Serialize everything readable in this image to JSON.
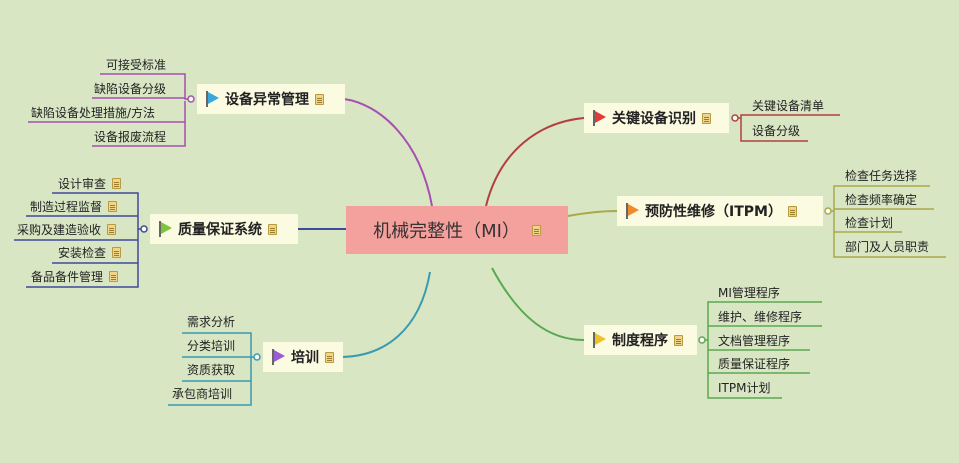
{
  "center": {
    "label": "机械完整性（MI）"
  },
  "branches": {
    "equip_abnormal": {
      "label": "设备异常管理",
      "flag_color": "#3aa7e0",
      "items": [
        "可接受标准",
        "缺陷设备分级",
        "缺陷设备处理措施/方法",
        "设备报废流程"
      ]
    },
    "qa": {
      "label": "质量保证系统",
      "flag_color": "#7cc43b",
      "items": [
        "设计审查",
        "制造过程监督",
        "采购及建造验收",
        "安装检查",
        "备品备件管理"
      ]
    },
    "training": {
      "label": "培训",
      "flag_color": "#9b5bd4",
      "items": [
        "需求分析",
        "分类培训",
        "资质获取",
        "承包商培训"
      ]
    },
    "key_equip": {
      "label": "关键设备识别",
      "flag_color": "#e03a3a",
      "items": [
        "关键设备清单",
        "设备分级"
      ]
    },
    "itpm": {
      "label": "预防性维修（ITPM）",
      "flag_color": "#f08a2a",
      "items": [
        "检查任务选择",
        "检查频率确定",
        "检查计划",
        "部门及人员职责"
      ]
    },
    "procedure": {
      "label": "制度程序",
      "flag_color": "#f0c02a",
      "items": [
        "MI管理程序",
        "维护、维修程序",
        "文档管理程序",
        "质量保证程序",
        "ITPM计划"
      ]
    }
  },
  "colors": {
    "equip_abnormal": "#a64fb0",
    "qa": "#3f4a9a",
    "training": "#3a9ab0",
    "key_equip": "#b34040",
    "itpm": "#a8a94a",
    "procedure": "#5aa850"
  }
}
